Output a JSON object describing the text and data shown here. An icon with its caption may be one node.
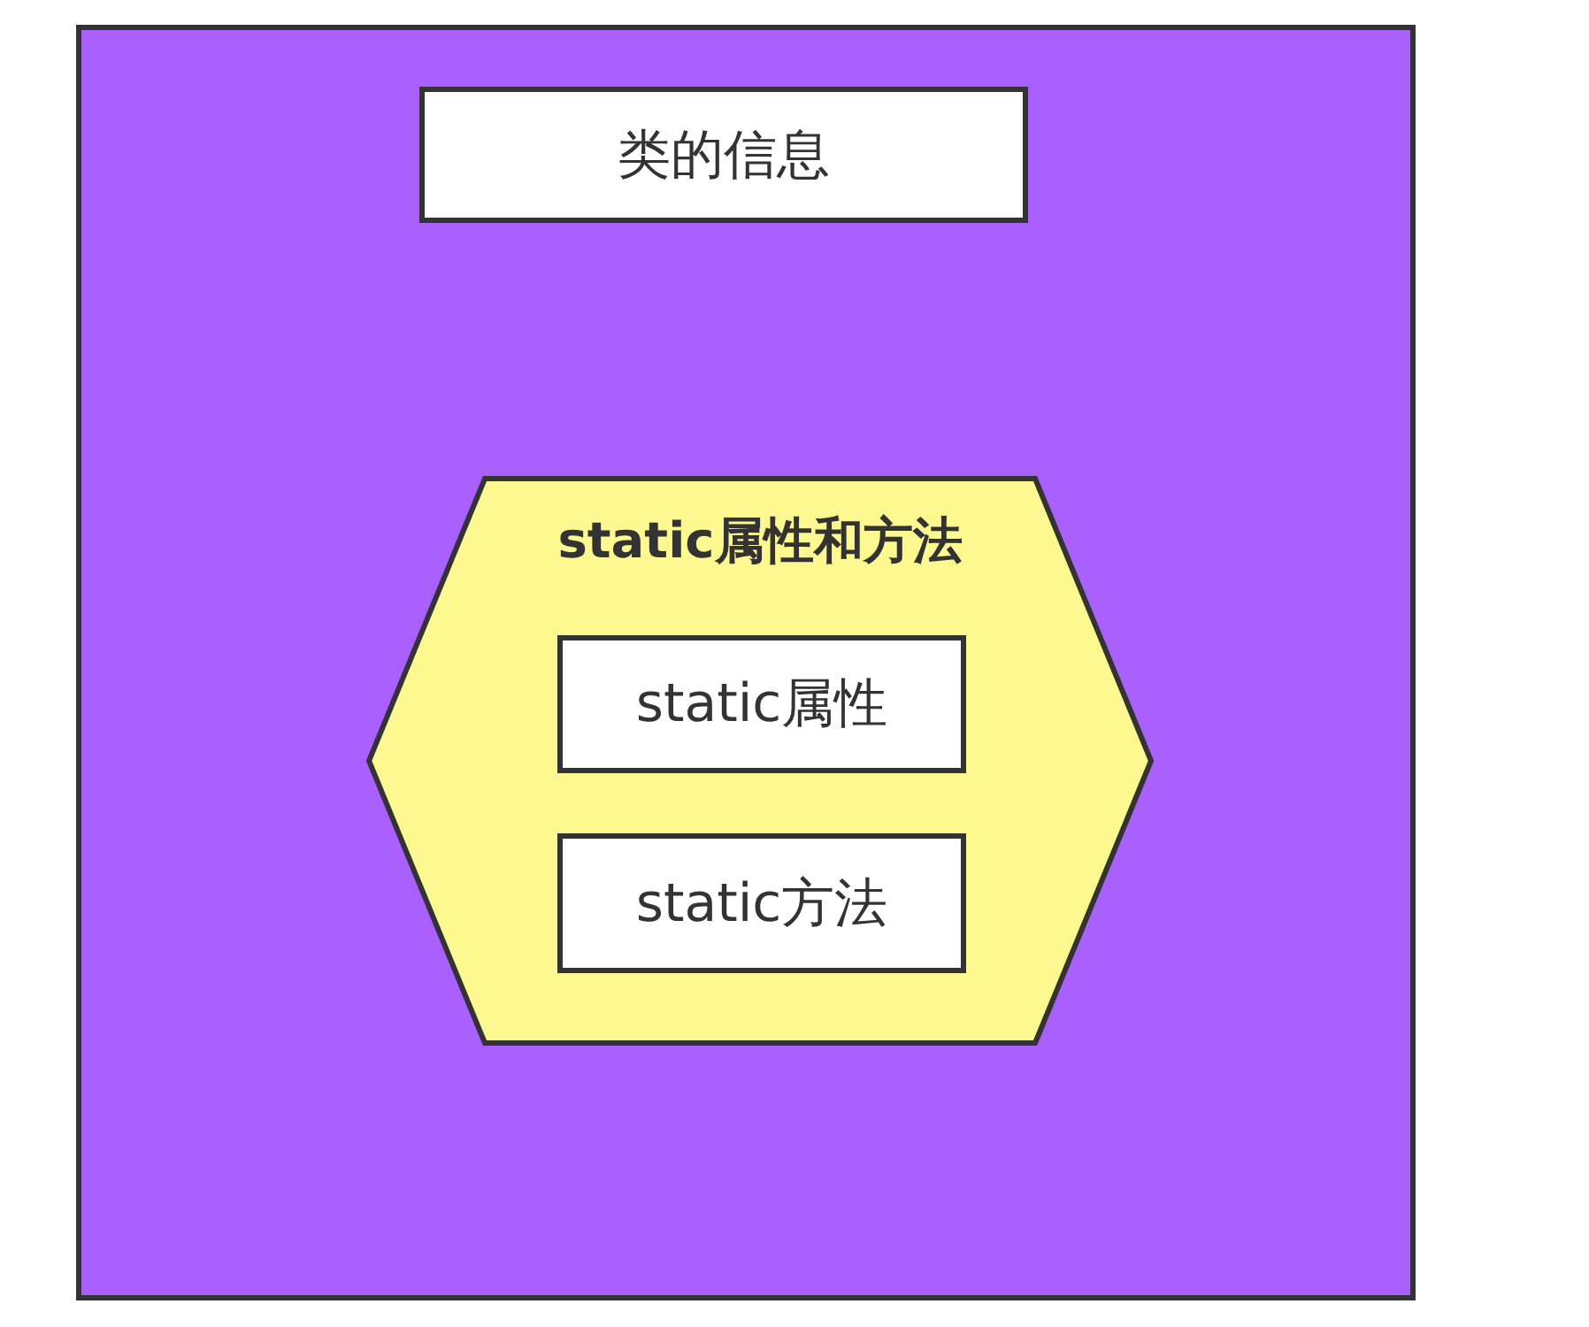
{
  "diagram": {
    "nodes": [
      {
        "text": [],
        "shape": "box"
      },
      {
        "text": [
          "类的信息"
        ],
        "in": 0
      },
      {
        "text": [
          "static属性和方法"
        ],
        "in": 0
      },
      {
        "text": [
          "static属性"
        ],
        "in": 2
      },
      {
        "text": [
          "static方法"
        ],
        "in": 2
      }
    ]
  }
}
